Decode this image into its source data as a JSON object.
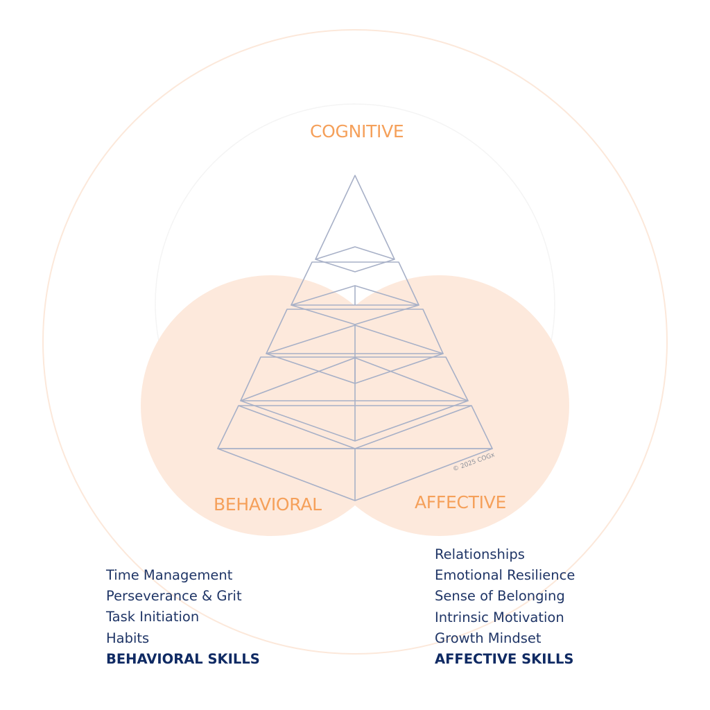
{
  "diagram": {
    "colors": {
      "outer_ring": "#fce8da",
      "inner_ring": "#f4f4f4",
      "circle_fill": "#fde9dc",
      "pyramid_stroke": "#a7b0c7",
      "domain_label": "#f5a05a",
      "list_text": "#1f3566",
      "list_heading": "#0f2a63"
    },
    "labels": {
      "top": "COGNITIVE",
      "left": "BEHAVIORAL",
      "right": "AFFECTIVE"
    },
    "copyright": "© 2025 COGx"
  },
  "behavioral_list": {
    "items": [
      "Time Management",
      "Perseverance & Grit",
      "Task Initiation",
      "Habits"
    ],
    "heading": "BEHAVIORAL SKILLS"
  },
  "affective_list": {
    "items": [
      "Relationships",
      "Emotional Resilience",
      "Sense of Belonging",
      "Intrinsic Motivation",
      "Growth Mindset"
    ],
    "heading": "AFFECTIVE SKILLS"
  }
}
